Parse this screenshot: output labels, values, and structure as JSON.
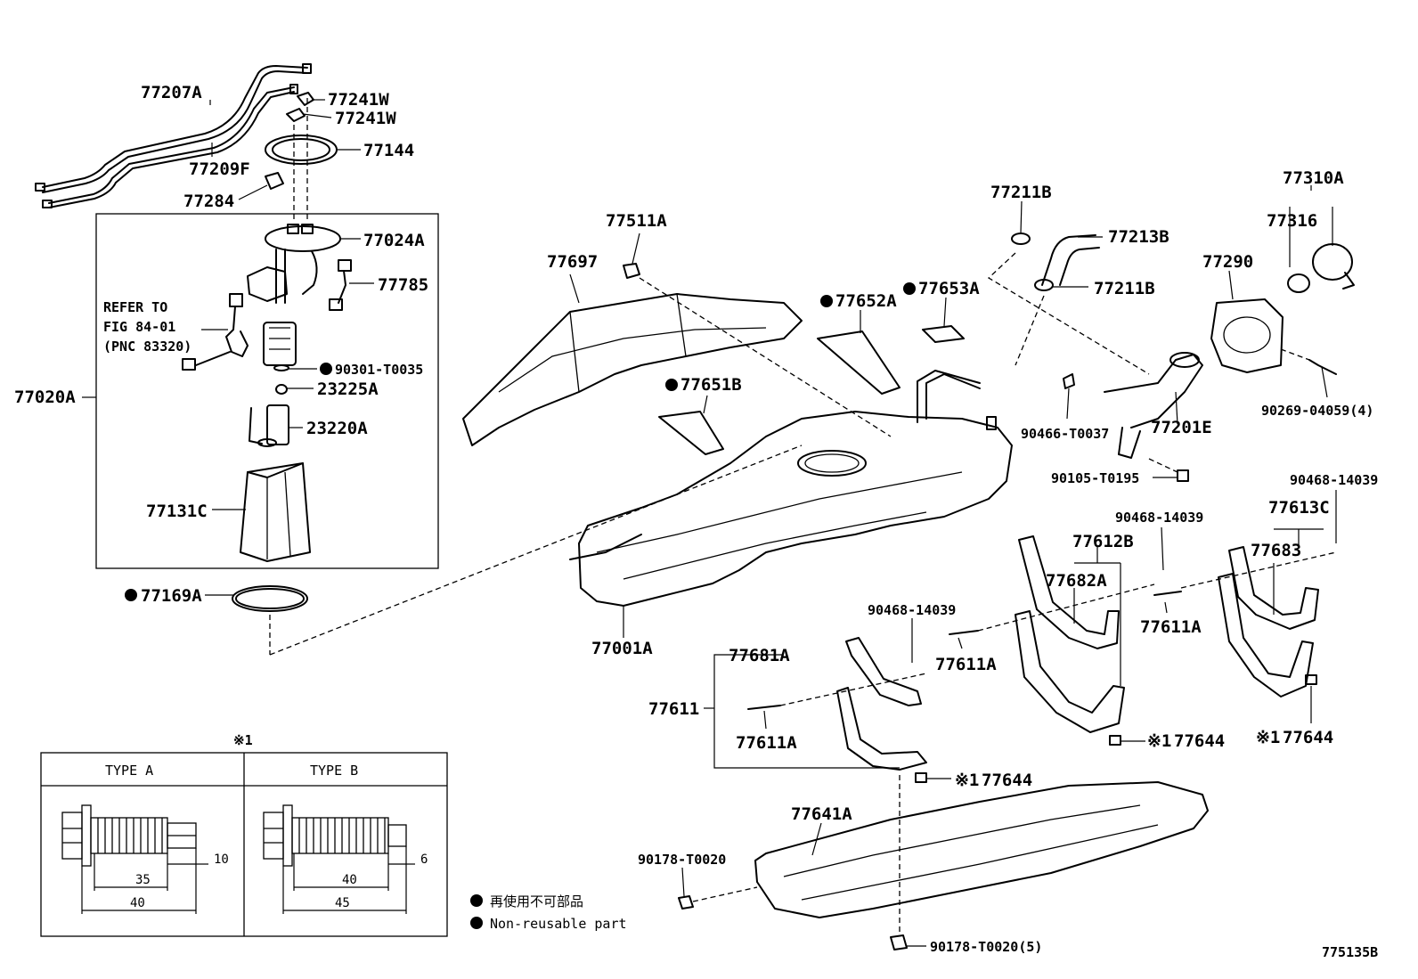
{
  "figure_id": "775135B",
  "note_mark": "※1",
  "ref_note": {
    "line1": "REFER TO",
    "line2": "FIG 84-01",
    "line3": "(PNC 83320)"
  },
  "labels": {
    "p77207A": "77207A",
    "p77241W_1": "77241W",
    "p77241W_2": "77241W",
    "p77144": "77144",
    "p77209F": "77209F",
    "p77284": "77284",
    "p77024A": "77024A",
    "p77785": "77785",
    "p90301": "90301-T0035",
    "p23225A": "23225A",
    "p23220A": "23220A",
    "p77020A": "77020A",
    "p77131C": "77131C",
    "p77169A": "77169A",
    "p77511A": "77511A",
    "p77697": "77697",
    "p77652A": "77652A",
    "p77653A": "77653A",
    "p77651B": "77651B",
    "p77211B_1": "77211B",
    "p77213B": "77213B",
    "p77211B_2": "77211B",
    "p77310A": "77310A",
    "p77316": "77316",
    "p77290": "77290",
    "p90269": "90269-04059(4)",
    "p90466": "90466-T0037",
    "p77201E": "77201E",
    "p90105": "90105-T0195",
    "p90468_1": "90468-14039",
    "p77613C": "77613C",
    "p77683": "77683",
    "p90468_2": "90468-14039",
    "p77612B": "77612B",
    "p77682A": "77682A",
    "p77611A_r": "77611A",
    "p77001A": "77001A",
    "p90468_3": "90468-14039",
    "p77681A": "77681A",
    "p77611A_m": "77611A",
    "p77611": "77611",
    "p77611A_l": "77611A",
    "p77644_1": "77644",
    "p77644_2": "77644",
    "p77644_3": "77644",
    "p77641A": "77641A",
    "p90178_1": "90178-T0020",
    "p90178_2": "90178-T0020(5)"
  },
  "type_table": {
    "type_a": "TYPE A",
    "type_b": "TYPE B",
    "a_dims": {
      "d1": "10",
      "d2": "35",
      "d3": "40"
    },
    "b_dims": {
      "d1": "6",
      "d2": "40",
      "d3": "45"
    }
  },
  "legend": {
    "line1": "再使用不可部品",
    "line2": "Non-reusable part"
  }
}
